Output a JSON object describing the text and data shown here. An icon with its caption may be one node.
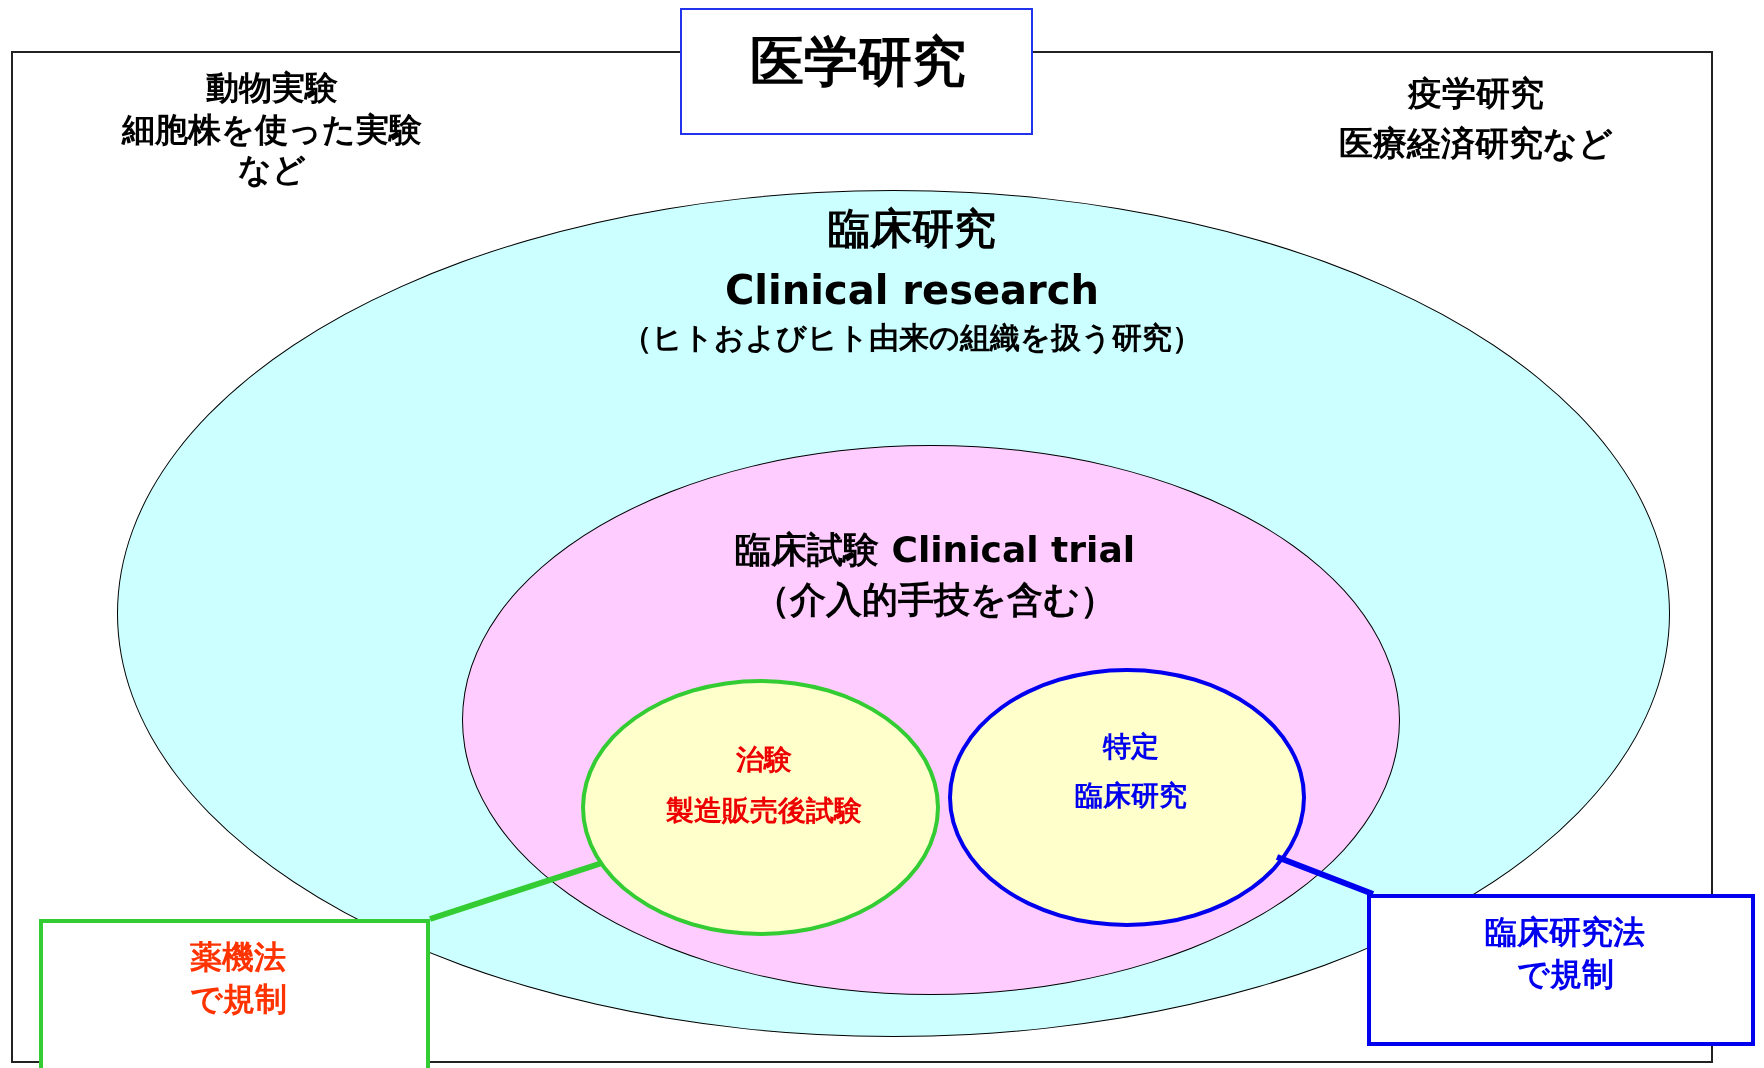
{
  "diagram": {
    "nodes": [
      {
        "text": [
          "医学研究"
        ]
      },
      {
        "text": [
          "動物実験",
          "細胞株を使った実験",
          "など",
          "疫学研究",
          "医療経済研究など"
        ]
      },
      {
        "text": [
          "臨床研究",
          "Clinical research",
          "（ヒトおよびヒト由来の組織を扱う研究）"
        ],
        "in": 1
      },
      {
        "text": [
          "臨床試験 Clinical trial",
          "（介入的手技を含む）"
        ],
        "in": 2
      },
      {
        "text": [
          "治験",
          "製造販売後試験"
        ],
        "in": 3
      },
      {
        "text": [
          "特定",
          "臨床研究"
        ],
        "in": 3
      },
      {
        "text": [
          "薬機法で規制"
        ]
      },
      {
        "text": [
          "臨床研究法で規制"
        ]
      }
    ],
    "edges": [
      {
        "from": 6,
        "to": 4,
        "arrow": "none",
        "color": "#33cc33"
      },
      {
        "from": 7,
        "to": 5,
        "arrow": "none",
        "color": "#0000ee"
      }
    ]
  }
}
